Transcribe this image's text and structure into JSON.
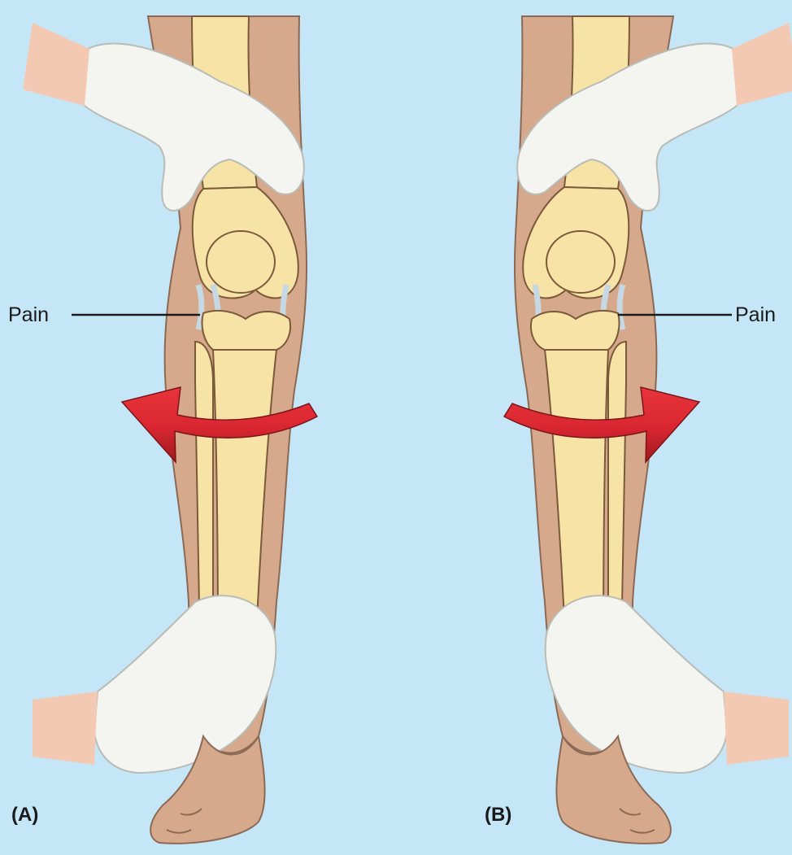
{
  "panels": [
    {
      "id": "A",
      "caption": "(A)",
      "pain_label": "Pain",
      "rotation": "counterclockwise"
    },
    {
      "id": "B",
      "caption": "(B)",
      "pain_label": "Pain",
      "rotation": "clockwise"
    }
  ],
  "colors": {
    "background": "#c5e6f7",
    "skin": "#d6a98c",
    "skin_light": "#f3c9b4",
    "bone": "#f7e3a6",
    "bone_outline": "#7a5a3a",
    "glove": "#f4f5f1",
    "glove_outline": "#b9bbb5",
    "cartilage": "#d7e6ee",
    "arrow": "#d92630",
    "arrow_dark": "#9d1a1f",
    "label_text": "#1a1a1a"
  }
}
